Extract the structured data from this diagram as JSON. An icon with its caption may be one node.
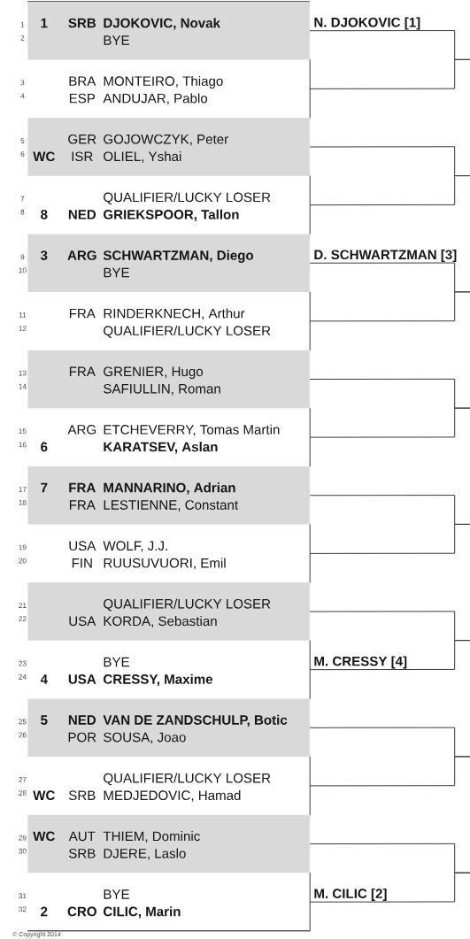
{
  "diagram": {
    "nodes": [
      {
        "text": [
          "1",
          "1",
          "SRB",
          "DJOKOVIC, Novak",
          "2",
          "BYE"
        ]
      },
      {
        "text": [
          "3",
          "BRA",
          "MONTEIRO, Thiago",
          "4",
          "ESP",
          "ANDUJAR, Pablo"
        ]
      },
      {
        "text": [
          "5",
          "GER",
          "GOJOWCZYK, Peter",
          "6",
          "WC",
          "ISR",
          "OLIEL, Yshai"
        ]
      },
      {
        "text": [
          "7",
          "QUALIFIER/LUCKY LOSER",
          "8",
          "8",
          "NED",
          "GRIEKSPOOR, Tallon"
        ]
      },
      {
        "text": [
          "9",
          "3",
          "ARG",
          "SCHWARTZMAN, Diego",
          "10",
          "BYE"
        ]
      },
      {
        "text": [
          "11",
          "FRA",
          "RINDERKNECH, Arthur",
          "12",
          "QUALIFIER/LUCKY LOSER"
        ]
      },
      {
        "text": [
          "13",
          "FRA",
          "GRENIER, Hugo",
          "14",
          "SAFIULLIN, Roman"
        ]
      },
      {
        "text": [
          "15",
          "ARG",
          "ETCHEVERRY, Tomas Martin",
          "16",
          "6",
          "KARATSEV, Aslan"
        ]
      },
      {
        "text": [
          "17",
          "7",
          "FRA",
          "MANNARINO, Adrian",
          "18",
          "FRA",
          "LESTIENNE, Constant"
        ]
      },
      {
        "text": [
          "19",
          "USA",
          "WOLF, J.J.",
          "20",
          "FIN",
          "RUUSUVUORI, Emil"
        ]
      },
      {
        "text": [
          "21",
          "QUALIFIER/LUCKY LOSER",
          "22",
          "USA",
          "KORDA, Sebastian"
        ]
      },
      {
        "text": [
          "23",
          "BYE",
          "24",
          "4",
          "USA",
          "CRESSY, Maxime"
        ]
      },
      {
        "text": [
          "25",
          "5",
          "NED",
          "VAN DE ZANDSCHULP, Botic",
          "26",
          "POR",
          "SOUSA, Joao"
        ]
      },
      {
        "text": [
          "27",
          "QUALIFIER/LUCKY LOSER",
          "28",
          "WC",
          "SRB",
          "MEDJEDOVIC, Hamad"
        ]
      },
      {
        "text": [
          "29",
          "WC",
          "AUT",
          "THIEM, Dominic",
          "30",
          "SRB",
          "DJERE, Laslo"
        ]
      },
      {
        "text": [
          "31",
          "BYE",
          "32",
          "2",
          "CRO",
          "CILIC, Marin"
        ]
      }
    ],
    "edges": [
      {
        "from": 0,
        "to": null,
        "arrow": "none",
        "label": "N. DJOKOVIC [1]"
      },
      {
        "from": 1,
        "to": null,
        "arrow": "none"
      },
      {
        "from": 2,
        "to": null,
        "arrow": "none"
      },
      {
        "from": 3,
        "to": null,
        "arrow": "none"
      },
      {
        "from": 4,
        "to": null,
        "arrow": "none",
        "label": "D. SCHWARTZMAN [3]"
      },
      {
        "from": 5,
        "to": null,
        "arrow": "none"
      },
      {
        "from": 6,
        "to": null,
        "arrow": "none"
      },
      {
        "from": 7,
        "to": null,
        "arrow": "none"
      },
      {
        "from": 8,
        "to": null,
        "arrow": "none"
      },
      {
        "from": 9,
        "to": null,
        "arrow": "none"
      },
      {
        "from": 10,
        "to": null,
        "arrow": "none"
      },
      {
        "from": 11,
        "to": null,
        "arrow": "none",
        "label": "M. CRESSY [4]"
      },
      {
        "from": 12,
        "to": null,
        "arrow": "none"
      },
      {
        "from": 13,
        "to": null,
        "arrow": "none"
      },
      {
        "from": 14,
        "to": null,
        "arrow": "none"
      },
      {
        "from": 15,
        "to": null,
        "arrow": "none",
        "label": "M. CILIC [2]"
      }
    ],
    "labels": [
      "© Copyright 2014"
    ]
  }
}
